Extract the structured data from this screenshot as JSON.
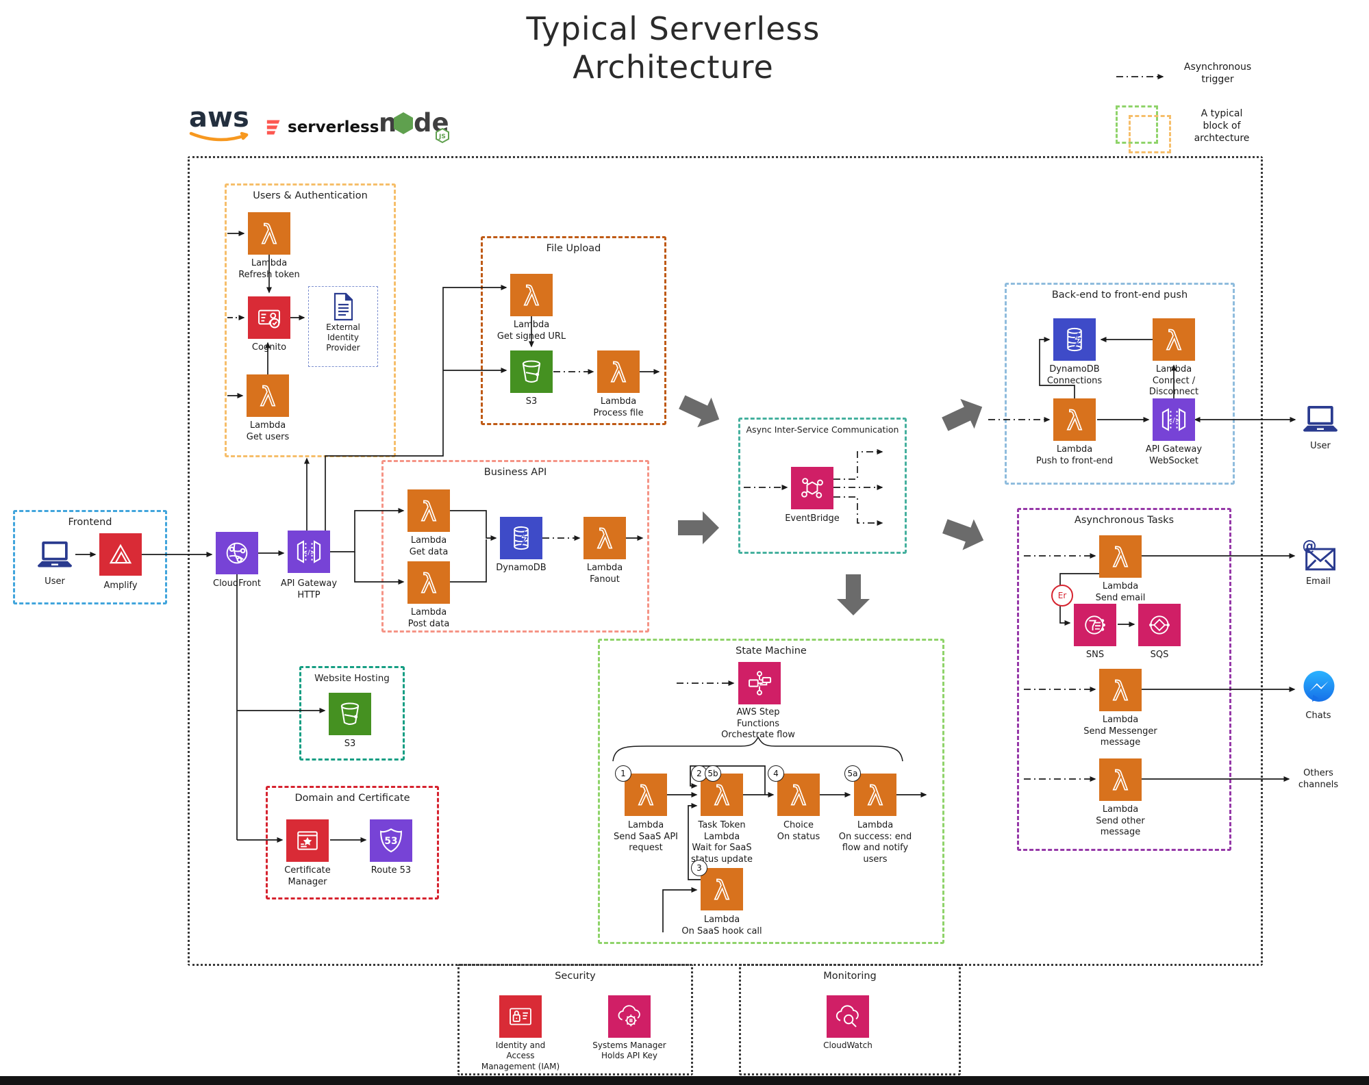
{
  "title": "Typical Serverless\nArchitecture",
  "legend": {
    "async_trigger": "Asynchronous\ntrigger",
    "typical_block": "A typical\nblock of\narchtecture"
  },
  "logos": {
    "aws": "aws",
    "serverless": "serverless",
    "node": "node",
    "js_badge": "JS"
  },
  "colors": {
    "lambda_orange": "#D8721D",
    "s3_green": "#459121",
    "dynamodb_blue": "#3E4BC8",
    "red": "#D92B36",
    "purple": "#7743D6",
    "pink": "#D01F66",
    "navy": "#2A3B8F",
    "messenger_blue": "#1E88F7",
    "gray_arrow": "#6B6B6B",
    "border_users_auth": "#F6BE6A",
    "border_file_upload": "#BF5A15",
    "border_frontend": "#41A5DC",
    "border_business_api": "#F59486",
    "border_async_isc": "#45B09E",
    "border_backend_push": "#8FBCDD",
    "border_website": "#169E83",
    "border_domain": "#D6232F",
    "border_state_machine": "#8FD36A",
    "border_async_tasks": "#9639A8"
  },
  "blocks": {
    "frontend": {
      "title": "Frontend",
      "user": "User",
      "amplify": "Amplify"
    },
    "edge": {
      "cloudfront": "CloudFront",
      "api_gateway_http": "API Gateway\nHTTP"
    },
    "users_auth": {
      "title": "Users & Authentication",
      "refresh_token": "Lambda\nRefresh token",
      "cognito": "Cognito",
      "external_idp": "External\nIdentity\nProvider",
      "get_users": "Lambda\nGet users"
    },
    "file_upload": {
      "title": "File Upload",
      "get_signed_url": "Lambda\nGet signed URL",
      "s3": "S3",
      "process_file": "Lambda\nProcess file"
    },
    "business_api": {
      "title": "Business API",
      "get_data": "Lambda\nGet data",
      "post_data": "Lambda\nPost data",
      "dynamodb": "DynamoDB",
      "fanout": "Lambda\nFanout"
    },
    "async_isc": {
      "title": "Async Inter-Service Communication",
      "eventbridge": "EventBridge"
    },
    "backend_push": {
      "title": "Back-end to front-end push",
      "dynamodb_connections": "DynamoDB\nConnections",
      "connect_disconnect": "Lambda\nConnect /\nDisconnect",
      "push_to_frontend": "Lambda\nPush to front-end",
      "apigw_websocket": "API Gateway\nWebSocket",
      "user": "User"
    },
    "website_hosting": {
      "title": "Website Hosting",
      "s3": "S3"
    },
    "domain_cert": {
      "title": "Domain and Certificate",
      "cert_manager": "Certificate\nManager",
      "route53": "Route 53"
    },
    "state_machine": {
      "title": "State Machine",
      "step_functions": "AWS Step\nFunctions\nOrchestrate flow",
      "send_saas": "Lambda\nSend SaaS API\nrequest",
      "task_token": "Task Token\nLambda\nWait for SaaS\nstatus update",
      "choice": "Choice\nOn status",
      "on_success": "Lambda\nOn success: end\nflow and notify\nusers",
      "on_hook": "Lambda\nOn SaaS hook call",
      "badges": {
        "b1": "1",
        "b2": "2",
        "b5b": "5b",
        "b4": "4",
        "b5a": "5a",
        "b3": "3"
      }
    },
    "async_tasks": {
      "title": "Asynchronous Tasks",
      "send_email": "Lambda\nSend email",
      "er": "Er",
      "sns": "SNS",
      "sqs": "SQS",
      "send_messenger": "Lambda\nSend Messenger\nmessage",
      "send_other": "Lambda\nSend other\nmessage"
    },
    "security": {
      "title": "Security",
      "iam": "Identity and\nAccess\nManagement (IAM)",
      "systems_manager": "Systems Manager\nHolds API Key"
    },
    "monitoring": {
      "title": "Monitoring",
      "cloudwatch": "CloudWatch"
    },
    "targets": {
      "email": "Email",
      "chats": "Chats",
      "others": "Others\nchannels"
    }
  }
}
